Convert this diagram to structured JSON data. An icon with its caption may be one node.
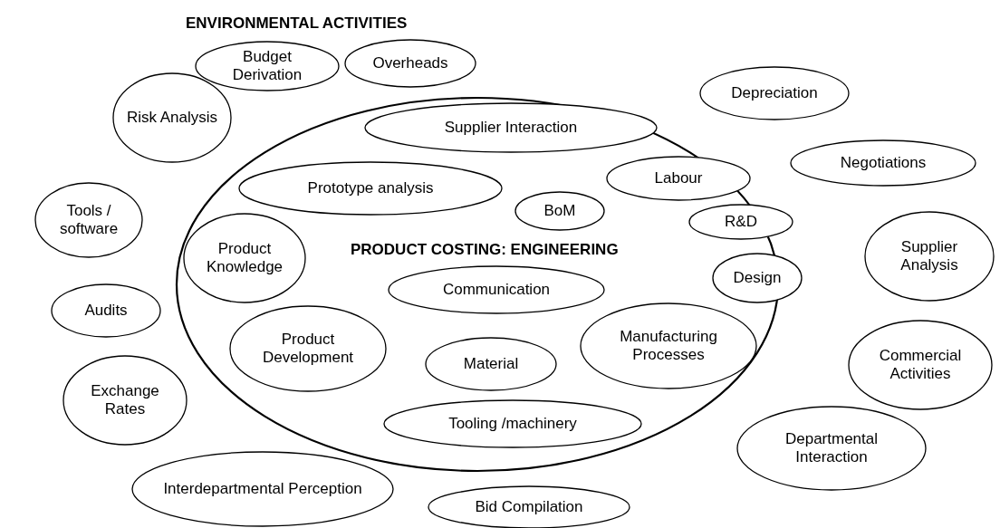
{
  "diagram": {
    "title": "ENVIRONMENTAL ACTIVITIES",
    "nodes": [
      {
        "text": [
          "Budget Derivation"
        ]
      },
      {
        "text": [
          "Overheads"
        ]
      },
      {
        "text": [
          "Depreciation"
        ]
      },
      {
        "text": [
          "Risk Analysis"
        ]
      },
      {
        "text": [
          "Negotiations"
        ]
      },
      {
        "text": [
          "Tools / software"
        ]
      },
      {
        "text": [
          "Supplier Analysis"
        ]
      },
      {
        "text": [
          "Audits"
        ]
      },
      {
        "text": [
          "Commercial Activities"
        ]
      },
      {
        "text": [
          "Exchange Rates"
        ]
      },
      {
        "text": [
          "Departmental Interaction"
        ]
      },
      {
        "text": [
          "Interdepartmental Perception"
        ]
      },
      {
        "text": [
          "Bid Compilation"
        ]
      },
      {
        "text": [
          "PRODUCT COSTING: ENGINEERING"
        ]
      },
      {
        "text": [
          "Supplier Interaction"
        ],
        "in": 13
      },
      {
        "text": [
          "Labour"
        ],
        "in": 13
      },
      {
        "text": [
          "Prototype analysis"
        ],
        "in": 13
      },
      {
        "text": [
          "BoM"
        ],
        "in": 13
      },
      {
        "text": [
          "R&D"
        ],
        "in": 13
      },
      {
        "text": [
          "Product Knowledge"
        ],
        "in": 13
      },
      {
        "text": [
          "Design"
        ],
        "in": 13
      },
      {
        "text": [
          "Communication"
        ],
        "in": 13
      },
      {
        "text": [
          "Product Development"
        ],
        "in": 13
      },
      {
        "text": [
          "Manufacturing Processes"
        ],
        "in": 13
      },
      {
        "text": [
          "Material"
        ],
        "in": 13
      },
      {
        "text": [
          "Tooling /machinery"
        ],
        "in": 13
      }
    ]
  }
}
